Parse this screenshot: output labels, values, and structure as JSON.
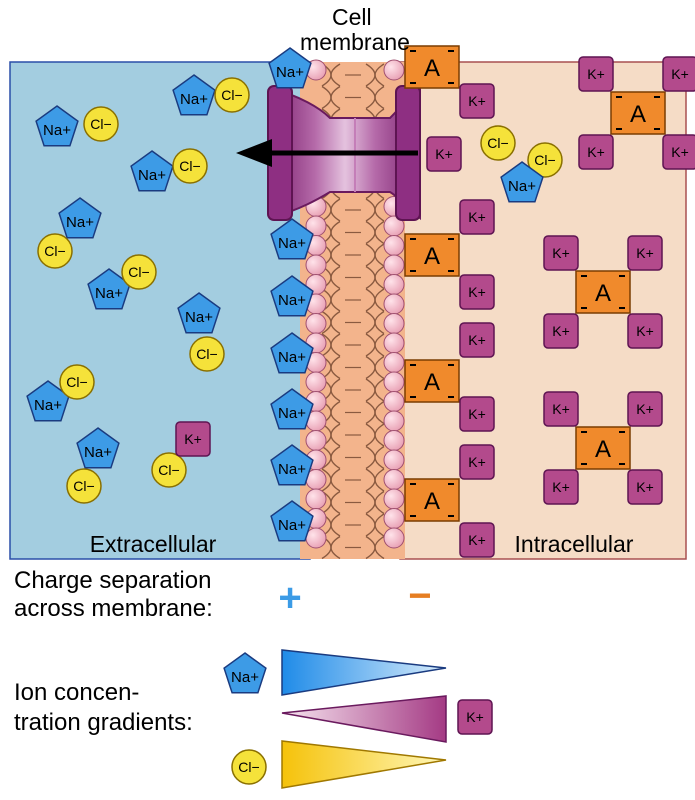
{
  "title": "Cell\nmembrane",
  "regions": {
    "extracellular": "Extracellular",
    "intracellular": "Intracellular"
  },
  "labels": {
    "charge": "Charge separation\nacross membrane:",
    "plus": "+",
    "minus": "−",
    "gradients": "Ion concen-\ntration gradients:"
  },
  "ions": {
    "na": "Na+",
    "k": "K+",
    "cl": "Cl−",
    "anion": "A"
  },
  "colors": {
    "extracellular": "#a3cde0",
    "intracellular": "#f5dcc6",
    "na_fill": "#3d9be6",
    "cl_fill": "#f5e23a",
    "k_fill": "#b34a8c",
    "anion_fill": "#f08a2c",
    "plus": "#3b9be6",
    "minus": "#e67e22",
    "channel": "#8e2f82"
  },
  "icons": {
    "arrow": "left-arrow-icon",
    "na": "pentagon-icon",
    "cl": "circle-icon",
    "k": "rounded-square-icon",
    "anion": "square-icon"
  }
}
